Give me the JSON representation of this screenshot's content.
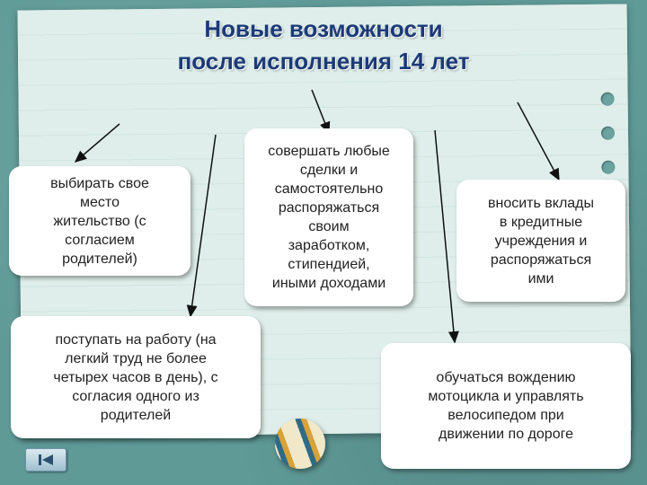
{
  "title": {
    "line1": "Новые возможности",
    "line2": "после исполнения 14 лет"
  },
  "boxes": [
    {
      "id": "residence",
      "lines": [
        "выбирать свое",
        "место",
        "жительство (с",
        "согласием",
        "родителей)"
      ]
    },
    {
      "id": "transactions",
      "lines": [
        "совершать любые",
        "сделки и",
        "самостоятельно",
        "распоряжаться",
        "своим",
        "заработком,",
        "стипендией,",
        "иными доходами"
      ]
    },
    {
      "id": "deposits",
      "lines": [
        "вносить вклады",
        "в кредитные",
        "учреждения и",
        "распоряжаться",
        "ими"
      ]
    },
    {
      "id": "work",
      "lines": [
        "поступать на работу (на",
        "легкий труд не более",
        "четырех часов в день), с",
        "согласия одного из",
        "родителей"
      ]
    },
    {
      "id": "driving",
      "lines": [
        "обучаться вождению",
        "мотоцикла и управлять",
        "велосипедом при",
        "движении по дороге"
      ]
    }
  ],
  "nav": {
    "icon": "skip-back-icon"
  },
  "colors": {
    "background": "#5f9a97",
    "paper": "#dfeeea",
    "title": "#1b3a78",
    "box": "#ffffff",
    "arrow": "#111111"
  }
}
